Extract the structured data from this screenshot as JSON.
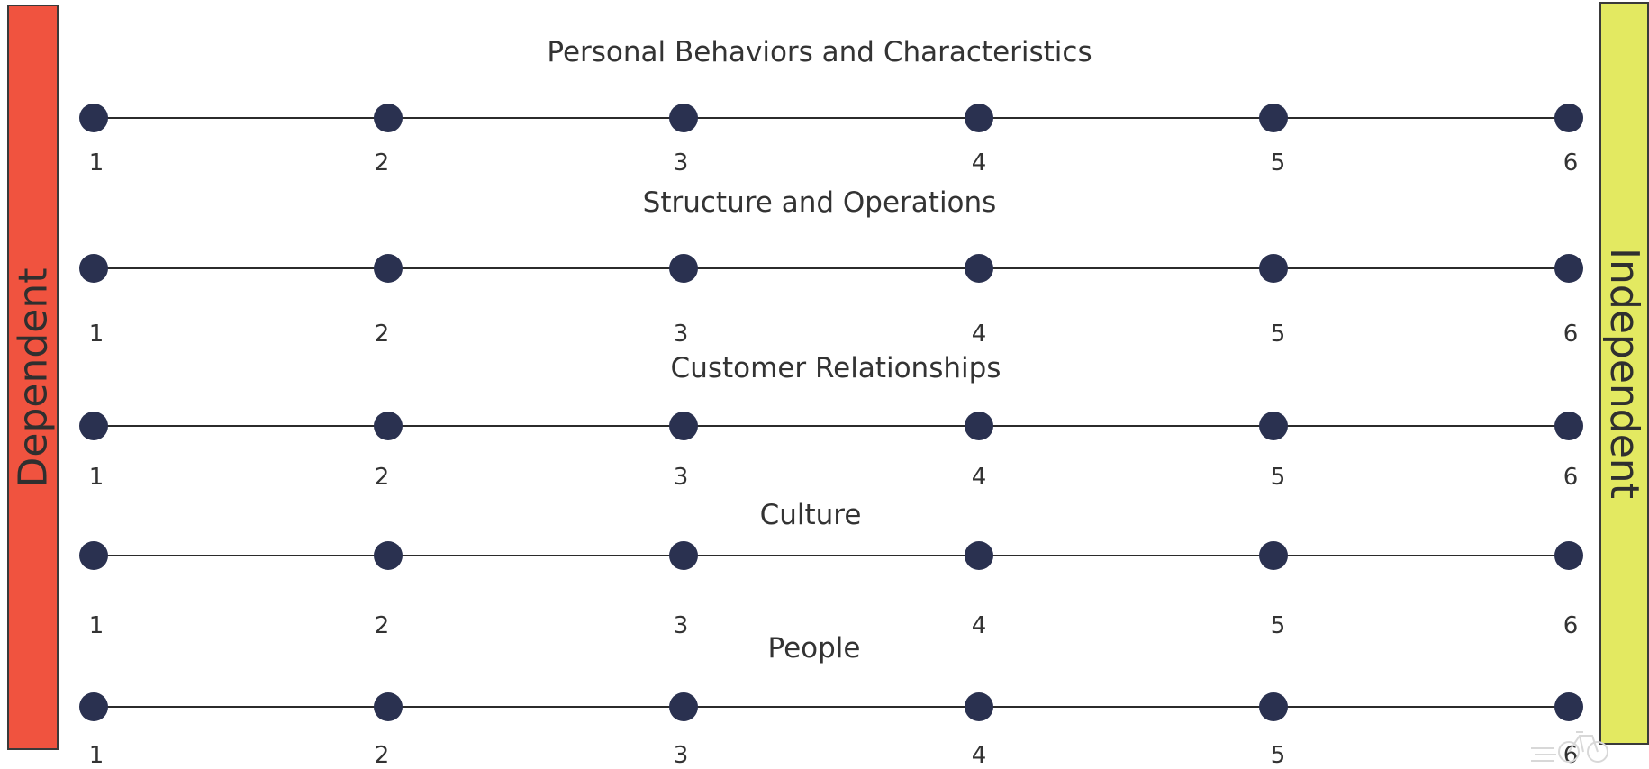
{
  "left_label": "Dependent",
  "right_label": "Independent",
  "colors": {
    "left_bar": "#F0533F",
    "right_bar": "#E3E961",
    "dot": "#2A3150",
    "line": "#2B2B2B"
  },
  "points": [
    "1",
    "2",
    "3",
    "4",
    "5",
    "6"
  ],
  "scales": [
    {
      "title": "Personal Behaviors and Characteristics"
    },
    {
      "title": "Structure and Operations"
    },
    {
      "title": "Customer Relationships"
    },
    {
      "title": "Culture"
    },
    {
      "title": "People"
    }
  ],
  "watermark_icon": "bicycle-icon"
}
